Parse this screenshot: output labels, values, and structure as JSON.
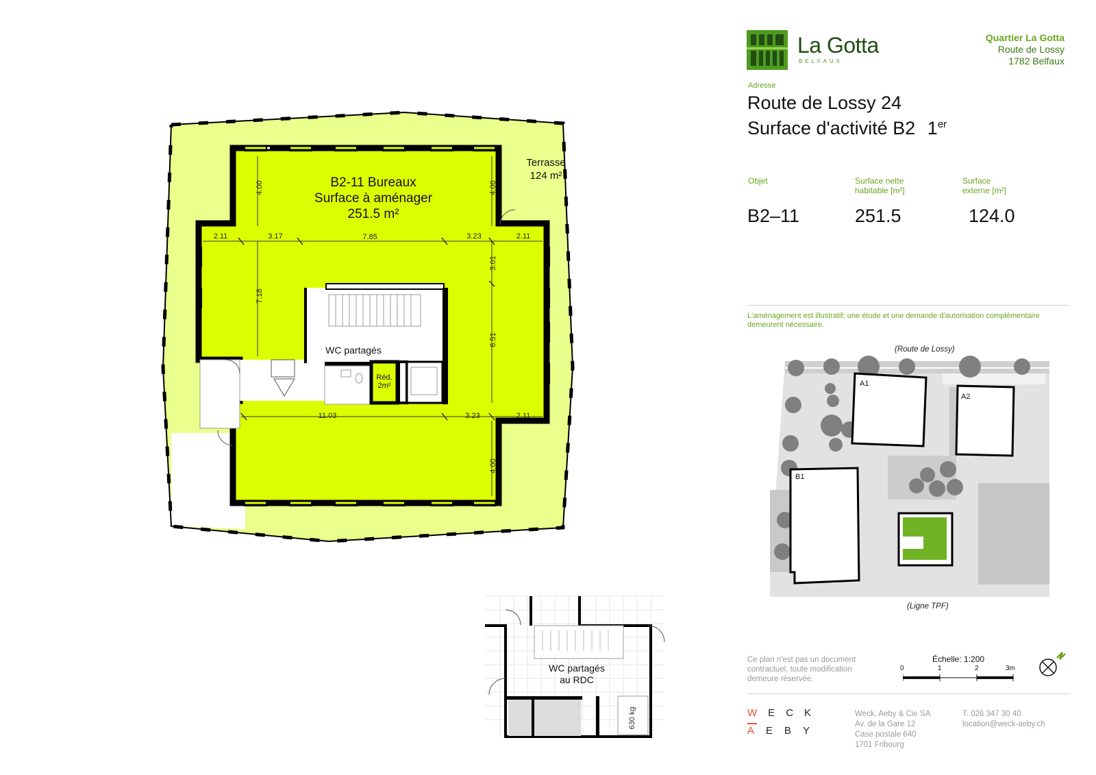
{
  "brand": {
    "name": "La Gotta",
    "subtitle": "BELFAUX",
    "location_name": "Quartier La Gotta",
    "location_street": "Route de Lossy",
    "location_city": "1782 Belfaux"
  },
  "address": {
    "label": "Adresse",
    "line1": "Route de Lossy 24",
    "line2": "Surface d'activité B2",
    "floor": "1",
    "floor_sup": "er"
  },
  "specs": {
    "object_label": "Objet",
    "object_value": "B2–11",
    "net_label_1": "Surface nette",
    "net_label_2": "habitable [m²]",
    "net_value": "251.5",
    "ext_label_1": "Surface",
    "ext_label_2": "externe [m²]",
    "ext_value": "124.0"
  },
  "disclaimer": {
    "line1": "L'aménagement est illustratif; une étude et une demande d'autorisation complémentaire",
    "line2": "demeurent nécessaire."
  },
  "site_plan": {
    "road_top": "(Route de Lossy)",
    "road_bottom": "(Ligne TPF)",
    "buildings": [
      "A1",
      "A2",
      "B1"
    ]
  },
  "floor_plan": {
    "room_title": "B2-11  Bureaux",
    "room_sub": "Surface à aménager",
    "room_area": "251.5 m²",
    "terrace_label": "Terrasse",
    "terrace_area": "124 m²",
    "wc_label": "WC partagés",
    "red_label": "Réd.",
    "red_area": "2m²",
    "dims": {
      "d_2_11_a": "2.11",
      "d_3_17": "3.17",
      "d_7_85": "7.85",
      "d_3_23_a": "3.23",
      "d_2_11_b": "2.11",
      "d_4_00_a": "4.00",
      "d_4_00_b": "4.00",
      "d_7_18": "7.18",
      "d_3_01": "3.01",
      "d_6_51": "6.51",
      "d_11_03": "11.03",
      "d_3_23_b": "3.23",
      "d_2_11_c": "2.11",
      "d_4_00_c": "4.00"
    }
  },
  "inset_plan": {
    "wc_line1": "WC partagés",
    "wc_line2": "au RDC",
    "lift": "630 kg"
  },
  "footer": {
    "note_1": "Ce plan n'est pas un document",
    "note_2": "contractuel, toute modification",
    "note_3": "demeure réservée.",
    "scale_label": "Échelle: 1:200",
    "scale_ticks": [
      "0",
      "1",
      "2",
      "3m"
    ],
    "logo_row1": [
      "W",
      "E",
      "C",
      "K"
    ],
    "logo_row2": [
      "A",
      "E",
      "B",
      "Y"
    ],
    "company": "Weck, Aeby & Cie SA",
    "street": "Av. de la Gare 12",
    "po_box": "Case postale 640",
    "city": "1701 Fribourg",
    "phone": "T. 026 347 30 40",
    "email": "location@weck-aeby.ch"
  },
  "colors": {
    "lime": "#dbff00",
    "terrace": "#eaff8c",
    "brand_green": "#4f9a1f",
    "accent_orange": "#e0522f",
    "wall": "#000000"
  }
}
